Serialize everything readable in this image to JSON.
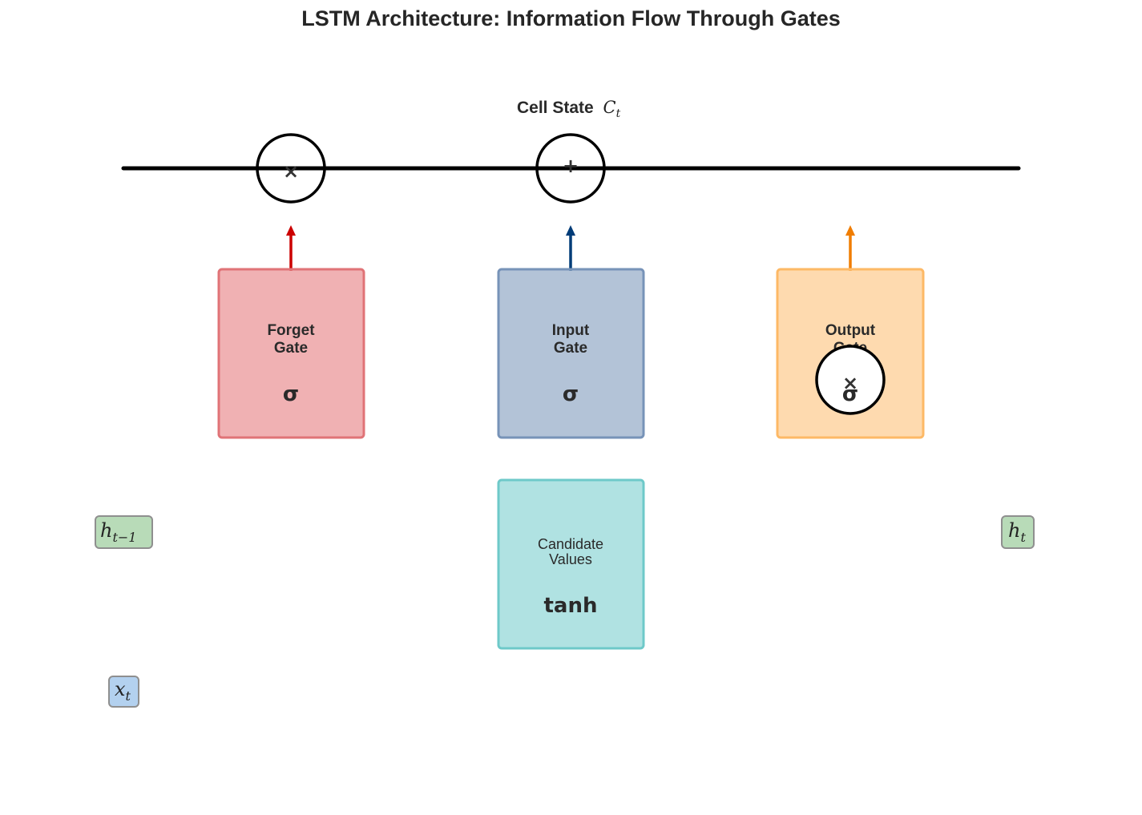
{
  "title": "LSTM Architecture: Information Flow Through Gates",
  "cell_state": {
    "label": "Cell State",
    "symbol": "C",
    "subscript": "t"
  },
  "operators": {
    "multiply": "×",
    "add": "+"
  },
  "gates": [
    {
      "id": "forget",
      "name_line1": "Forget",
      "name_line2": "Gate",
      "function": "σ",
      "fill": "#e8878a",
      "stroke": "#e07377",
      "arrow": "#cc0000"
    },
    {
      "id": "input",
      "name_line1": "Input",
      "name_line2": "Gate",
      "function": "σ",
      "fill": "#8ba3c2",
      "stroke": "#7793b8",
      "arrow": "#003c78"
    },
    {
      "id": "output",
      "name_line1": "Output",
      "name_line2": "Gate",
      "function": "σ",
      "fill": "#fdc27a",
      "stroke": "#fdb966",
      "arrow": "#f07d00"
    }
  ],
  "candidate": {
    "name_line1": "Candidate",
    "name_line2": "Values",
    "function": "tanh",
    "fill": "#86d2d2",
    "stroke": "#6ec9c9"
  },
  "inputs": {
    "h_prev": {
      "symbol": "h",
      "subscript": "t−1",
      "fill": "#b8dbb8"
    },
    "x_t": {
      "symbol": "x",
      "subscript": "t",
      "fill": "#b3d1ef"
    },
    "h_t": {
      "symbol": "h",
      "subscript": "t",
      "fill": "#b8dbb8"
    }
  }
}
